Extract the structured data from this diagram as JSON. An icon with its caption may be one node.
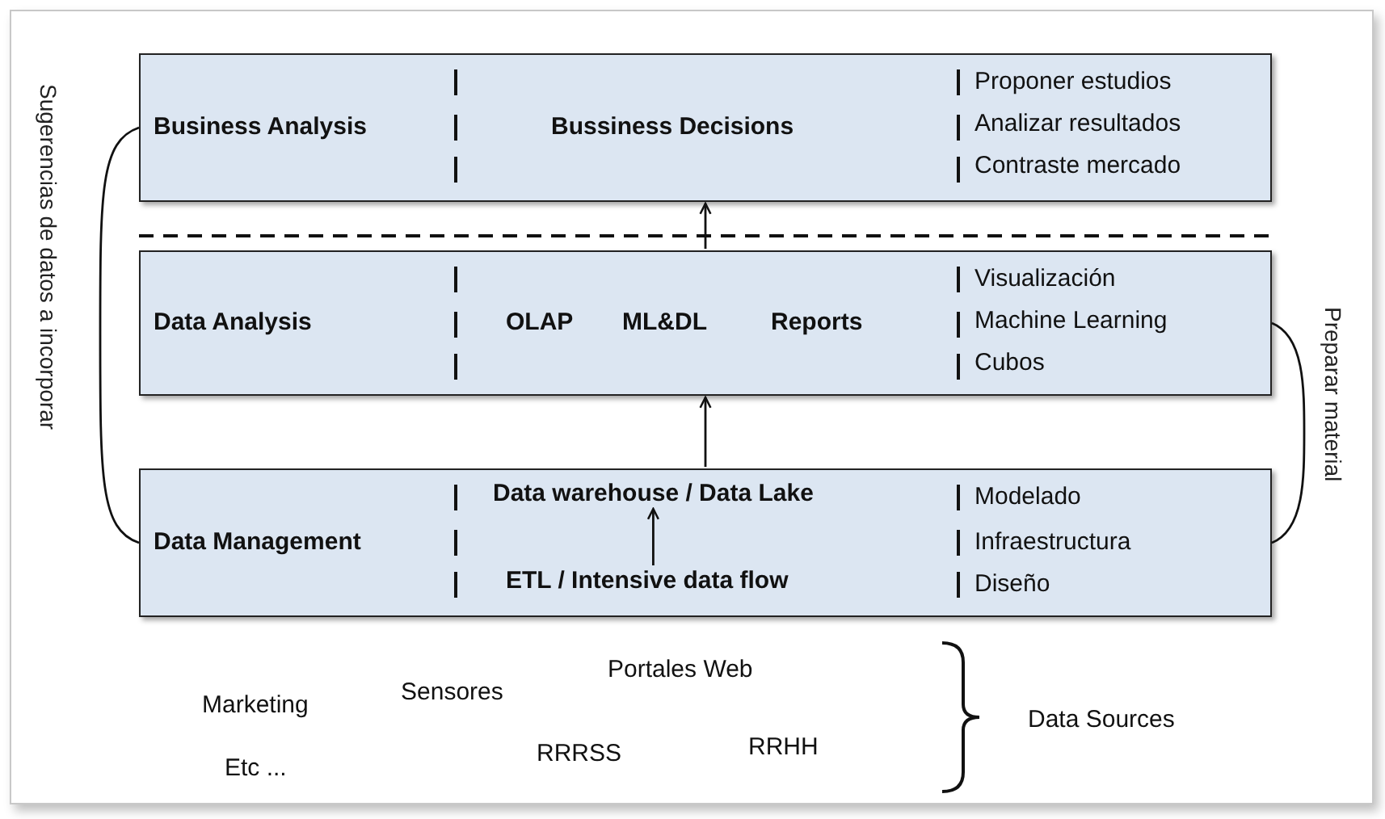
{
  "diagram": {
    "nodes": [
      {
        "text": [
          "Business Analysis",
          "Bussiness Decisions",
          "Proponer estudios",
          "Analizar resultados",
          "Contraste mercado"
        ]
      },
      {
        "text": [
          "Data Analysis",
          "OLAP",
          "ML&DL",
          "Reports",
          "Visualización",
          "Machine Learning",
          "Cubos"
        ]
      },
      {
        "text": [
          "Data Management",
          "Modelado",
          "Infraestructura",
          "Diseño"
        ]
      },
      {
        "text": [
          "Data warehouse / Data Lake"
        ],
        "in": 2
      },
      {
        "text": [
          "ETL / Intensive data flow"
        ],
        "in": 2
      }
    ],
    "edges": [
      {
        "from": 4,
        "to": 3,
        "arrow": "to"
      },
      {
        "from": 2,
        "to": 1,
        "arrow": "to"
      },
      {
        "from": 1,
        "to": 0,
        "arrow": "to"
      },
      {
        "from": 2,
        "to": 0,
        "arrow": "none",
        "label": "Sugerencias de datos a incorporar"
      },
      {
        "from": 2,
        "to": 1,
        "arrow": "none",
        "label": "Preparar material"
      }
    ],
    "labels": [
      "Marketing",
      "Sensores",
      "Portales Web",
      "Data Sources",
      "Etc ...",
      "RRRSS",
      "RRHH"
    ]
  }
}
